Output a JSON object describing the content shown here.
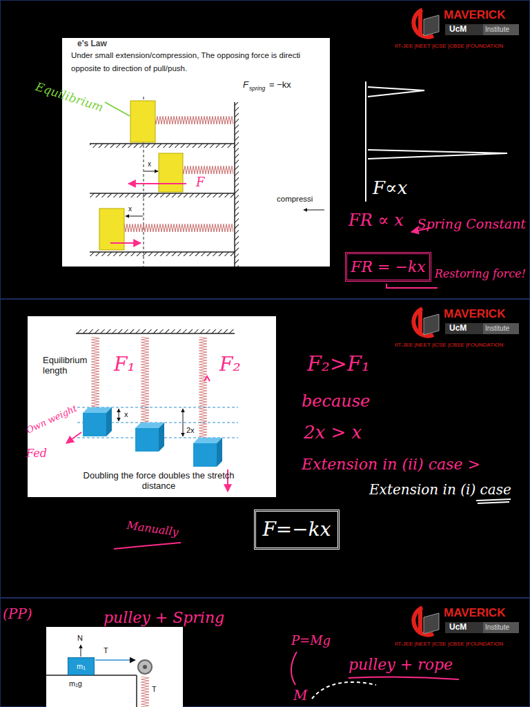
{
  "diagram": {
    "title": "e's Law",
    "nodes": [
      {
        "text": [
          "FR = −kx"
        ]
      },
      {
        "text": [
          "F=−kx"
        ]
      },
      {
        "text": [
          "m₁"
        ]
      }
    ],
    "labels": [
      "MAVERICK",
      "UcM",
      "Institute",
      "IIT-JEE |NEET |ICSE |CBSE |FOUNDATION",
      "Under small extension/compression, The opposing force is directi",
      "opposite to direction of pull/push.",
      "F",
      "spring",
      "= −kx",
      "x",
      "F",
      "x",
      "compressi",
      "Equilibrium",
      "F∝x",
      "FR ∝ x",
      "Spring Constant",
      "Restoring force!",
      "MAVERICK",
      "UcM",
      "Institute",
      "IIT-JEE |NEET |ICSE |CBSE |FOUNDATION",
      "Equilibrium length",
      "x",
      "2x",
      "Doubling the force doubles the stretch distance",
      "F₁",
      "F₂",
      "Own weight",
      "Fed",
      "Manually",
      "F₂>F₁",
      "because",
      "2x > x",
      "Extension in (ii) case >",
      "Extension in (i) case",
      "MAVERICK",
      "UcM",
      "Institute",
      "IIT-JEE |NEET |ICSE |CBSE |FOUNDATION",
      "(PP)",
      "pulley + Spring",
      "N",
      "T",
      "m₁g",
      "T",
      "P=Mg",
      "pulley + rope",
      "M"
    ]
  }
}
